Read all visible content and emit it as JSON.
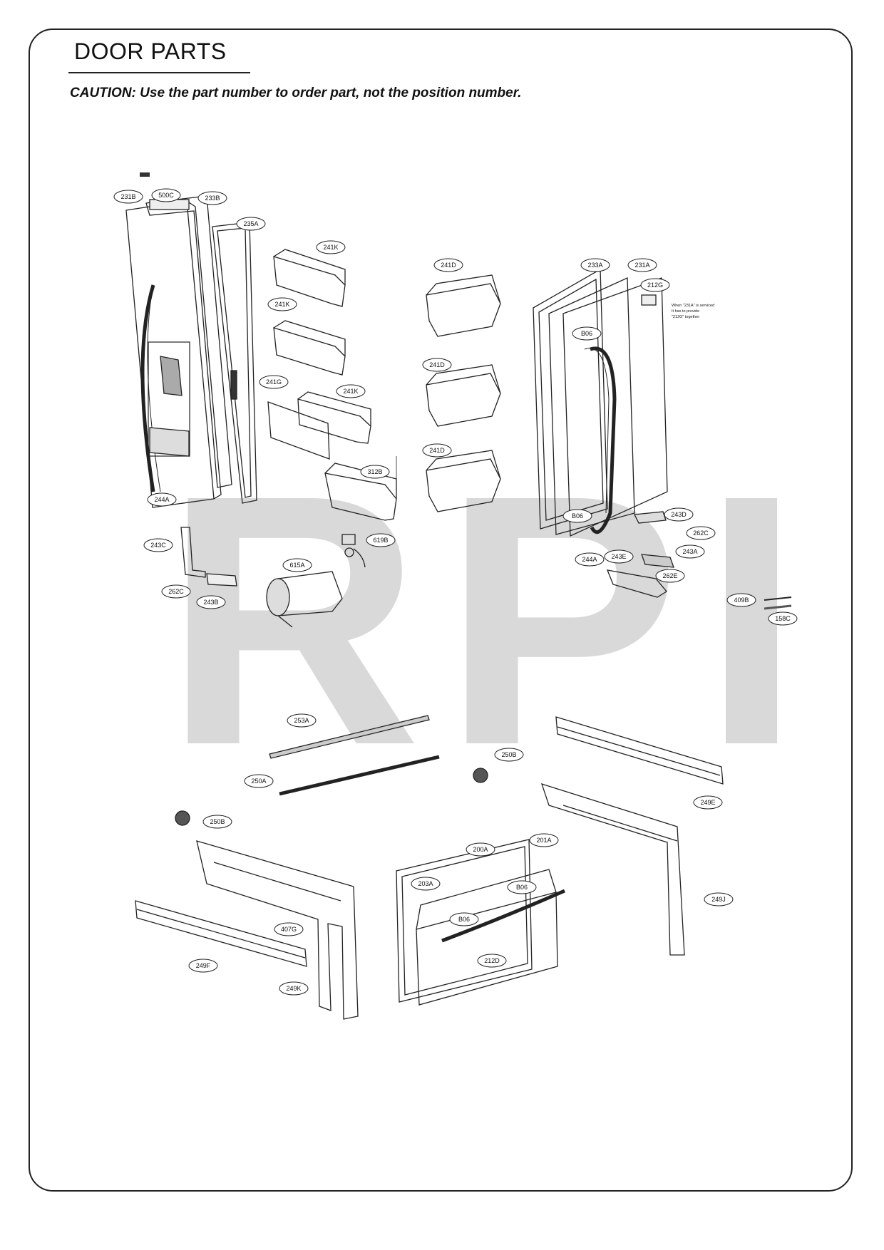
{
  "header": {
    "title": "DOOR PARTS",
    "caution": "CAUTION: Use the part number to order part, not the position number."
  },
  "watermark": "RPI",
  "service_note": {
    "line1": "When \"231A\" is serviced",
    "line2": "It has to provide",
    "line3": "\"212G\" together"
  },
  "callouts": [
    {
      "id": "231B"
    },
    {
      "id": "500C"
    },
    {
      "id": "233B"
    },
    {
      "id": "235A"
    },
    {
      "id": "241K_a"
    },
    {
      "id": "241K_b"
    },
    {
      "id": "241G"
    },
    {
      "id": "241K_c"
    },
    {
      "id": "312B"
    },
    {
      "id": "244A_a"
    },
    {
      "id": "241D_a"
    },
    {
      "id": "241D_b"
    },
    {
      "id": "241D_c"
    },
    {
      "id": "233A"
    },
    {
      "id": "231A"
    },
    {
      "id": "212G"
    },
    {
      "id": "B06_a"
    },
    {
      "id": "B06_b"
    },
    {
      "id": "243D"
    },
    {
      "id": "262C_a"
    },
    {
      "id": "243A"
    },
    {
      "id": "243E"
    },
    {
      "id": "244A_b"
    },
    {
      "id": "262E"
    },
    {
      "id": "409B"
    },
    {
      "id": "158C"
    },
    {
      "id": "243C"
    },
    {
      "id": "619B"
    },
    {
      "id": "615A"
    },
    {
      "id": "262C_b"
    },
    {
      "id": "243B"
    },
    {
      "id": "253A"
    },
    {
      "id": "250B_a"
    },
    {
      "id": "250A"
    },
    {
      "id": "249E"
    },
    {
      "id": "250B_b"
    },
    {
      "id": "200A"
    },
    {
      "id": "201A"
    },
    {
      "id": "203A"
    },
    {
      "id": "B06_c"
    },
    {
      "id": "B06_d"
    },
    {
      "id": "249J"
    },
    {
      "id": "407G"
    },
    {
      "id": "212D"
    },
    {
      "id": "249F"
    },
    {
      "id": "249K"
    }
  ],
  "labels": {
    "231B": "231B",
    "500C": "500C",
    "233B": "233B",
    "235A": "235A",
    "241K_a": "241K",
    "241K_b": "241K",
    "241G": "241G",
    "241K_c": "241K",
    "312B": "312B",
    "244A_a": "244A",
    "241D_a": "241D",
    "241D_b": "241D",
    "241D_c": "241D",
    "233A": "233A",
    "231A": "231A",
    "212G": "212G",
    "B06_a": "B06",
    "B06_b": "B06",
    "243D": "243D",
    "262C_a": "262C",
    "243A": "243A",
    "243E": "243E",
    "244A_b": "244A",
    "262E": "262E",
    "409B": "409B",
    "158C": "158C",
    "243C": "243C",
    "619B": "619B",
    "615A": "615A",
    "262C_b": "262C",
    "243B": "243B",
    "253A": "253A",
    "250B_a": "250B",
    "250A": "250A",
    "249E": "249E",
    "250B_b": "250B",
    "200A": "200A",
    "201A": "201A",
    "203A": "203A",
    "B06_c": "B06",
    "B06_d": "B06",
    "249J": "249J",
    "407G": "407G",
    "212D": "212D",
    "249F": "249F",
    "249K": "249K"
  }
}
